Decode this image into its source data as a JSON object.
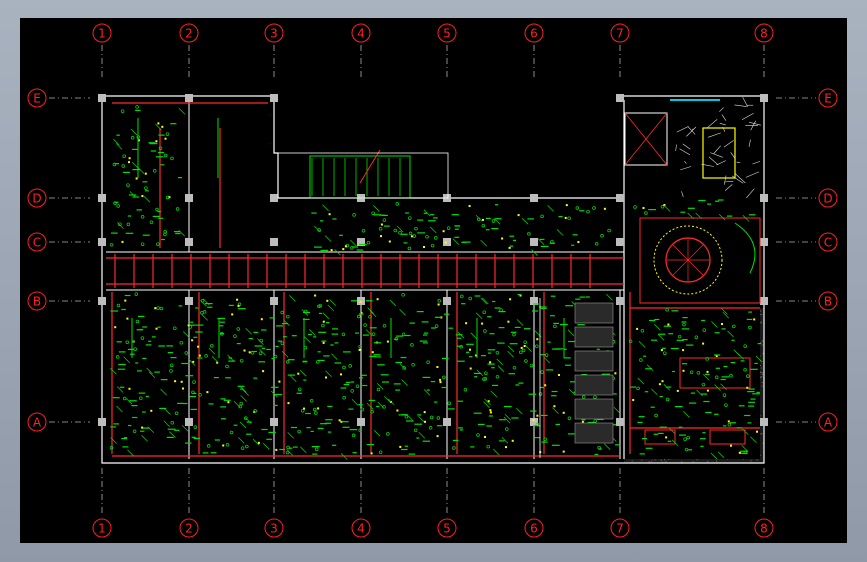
{
  "drawing": {
    "columns": [
      "1",
      "2",
      "3",
      "4",
      "5",
      "6",
      "7",
      "8"
    ],
    "rows": [
      "E",
      "D",
      "C",
      "B",
      "A"
    ]
  },
  "colors": {
    "background": "#000000",
    "wall": "#ffffff",
    "grid_bubble": "#ff2020",
    "grid_line": "#b0b0b0",
    "electrical": "#00e000",
    "pipe": "#ff2a2a",
    "fixture": "#ffff00",
    "hatch": "#707070",
    "cyan_detail": "#00c8e0"
  }
}
